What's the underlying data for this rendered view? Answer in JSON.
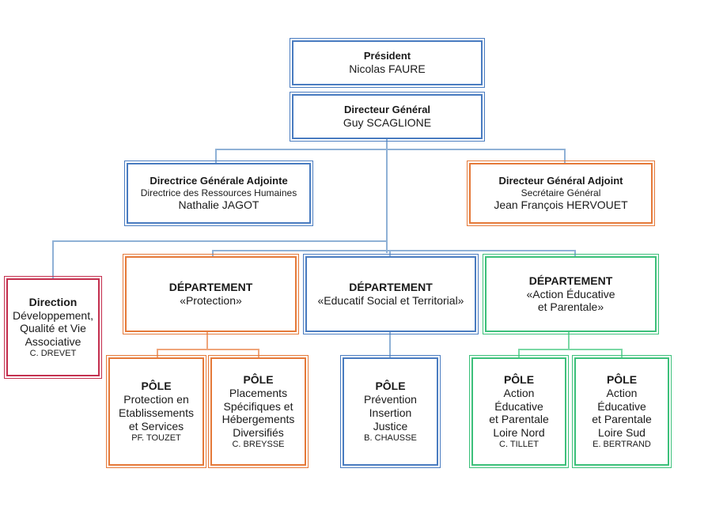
{
  "president": {
    "title": "Président",
    "name": "Nicolas FAURE"
  },
  "dg": {
    "title": "Directeur Général",
    "name": "Guy SCAGLIONE"
  },
  "dga_left": {
    "title": "Directrice Générale Adjointe",
    "subtitle": "Directrice des Ressources Humaines",
    "name": "Nathalie JAGOT"
  },
  "dga_right": {
    "title": "Directeur Général Adjoint",
    "subtitle": "Secrétaire Général",
    "name": "Jean François HERVOUET"
  },
  "direction": {
    "title": "Direction",
    "line1": "Développement,",
    "line2": "Qualité et Vie",
    "line3": "Associative",
    "name": "C. DREVET"
  },
  "dept_protection": {
    "title": "DÉPARTEMENT",
    "line1": "«Protection»"
  },
  "dept_educatif": {
    "title": "DÉPARTEMENT",
    "line1": "«Educatif Social et Territorial»"
  },
  "dept_action": {
    "title": "DÉPARTEMENT",
    "line1": "«Action Éducative",
    "line2": "et Parentale»"
  },
  "pole1": {
    "title": "PÔLE",
    "line1": "Protection en",
    "line2": "Etablissements",
    "line3": "et Services",
    "name": "PF. TOUZET"
  },
  "pole2": {
    "title": "PÔLE",
    "line1": "Placements",
    "line2": "Spécifiques et",
    "line3": "Hébergements",
    "line4": "Diversifiés",
    "name": "C. BREYSSE"
  },
  "pole3": {
    "title": "PÔLE",
    "line1": "Prévention",
    "line2": "Insertion",
    "line3": "Justice",
    "name": "B. CHAUSSE"
  },
  "pole4": {
    "title": "PÔLE",
    "line1": "Action",
    "line2": "Éducative",
    "line3": "et Parentale",
    "line4": "Loire Nord",
    "name": "C. TILLET"
  },
  "pole5": {
    "title": "PÔLE",
    "line1": "Action",
    "line2": "Éducative",
    "line3": "et Parentale",
    "line4": "Loire Sud",
    "name": "E. BERTRAND"
  },
  "colors": {
    "blue": "#4a7cc0",
    "orange": "#e57a3a",
    "green": "#3cc07a",
    "red": "#c4304f"
  }
}
